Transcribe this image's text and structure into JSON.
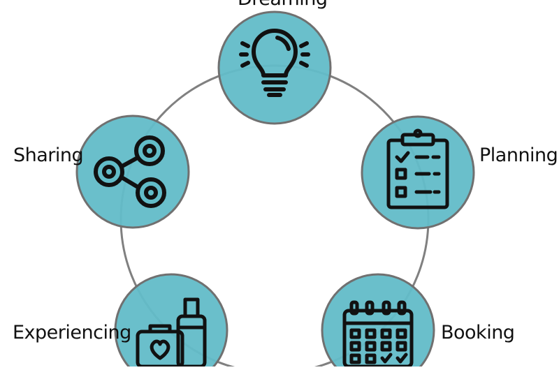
{
  "diagram": {
    "colors": {
      "ring": "#808080",
      "node_fill": "#62bcc8",
      "node_stroke": "#707070",
      "icon": "#111111",
      "text": "#111111"
    },
    "stages": [
      {
        "id": "dreaming",
        "label": "Dreaming",
        "icon": "lightbulb-icon"
      },
      {
        "id": "planning",
        "label": "Planning",
        "icon": "clipboard-checklist-icon"
      },
      {
        "id": "booking",
        "label": "Booking",
        "icon": "calendar-icon"
      },
      {
        "id": "experiencing",
        "label": "Experiencing",
        "icon": "luggage-icon"
      },
      {
        "id": "sharing",
        "label": "Sharing",
        "icon": "share-icon"
      }
    ]
  }
}
